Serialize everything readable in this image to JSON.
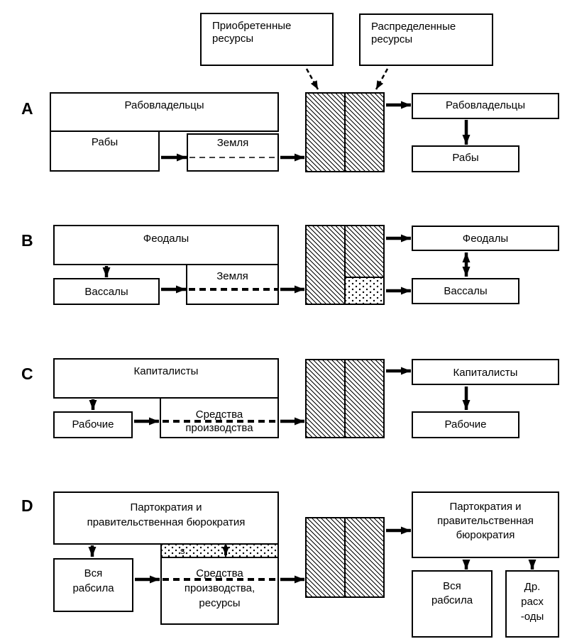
{
  "legend": {
    "acquired": "Приобретенные\nресурсы",
    "distributed": "Распределенные\nресурсы"
  },
  "rows": [
    {
      "letter": "A",
      "owner": "Рабовладельцы",
      "labor": "Рабы",
      "asset": "Земля",
      "right_owner": "Рабовладельцы",
      "right_labor": "Рабы"
    },
    {
      "letter": "B",
      "owner": "Феодалы",
      "labor": "Вассалы",
      "asset": "Земля",
      "right_owner": "Феодалы",
      "right_labor": "Вассалы"
    },
    {
      "letter": "C",
      "owner": "Капиталисты",
      "labor": "Рабочие",
      "asset": "Средства\nпроизводства",
      "right_owner": "Капиталисты",
      "right_labor": "Рабочие"
    },
    {
      "letter": "D",
      "owner": "Партократия и\nправительственная бюрократия",
      "labor": "Вся\nрабсила",
      "asset": "Средства\nпроизводства,\nресурсы",
      "surplus_label": "s",
      "right_owner": "Партократия и\nправительственная\nбюрократия",
      "right_labor": "Вся\nрабсила",
      "right_other": "Др.\nрасх\n-оды"
    }
  ],
  "colors": {
    "line": "#000000",
    "background": "#ffffff"
  }
}
